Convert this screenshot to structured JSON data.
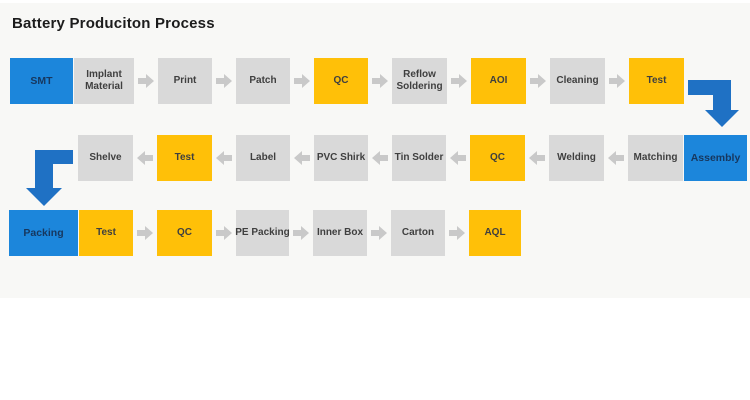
{
  "title": "Battery Produciton Process",
  "colors": {
    "box_blue": "#1c86db",
    "box_yellow": "#ffc008",
    "box_gray": "#d9d9d9",
    "arrow_gray": "#c9c9c9",
    "elbow_arrow_blue": "#1f71c4",
    "blue_box_text": "#17375e",
    "box_text": "#3f3f3f"
  },
  "rows": [
    {
      "name": "smt-line",
      "flow": "left-to-right",
      "steps": [
        {
          "label": "SMT",
          "type": "blue"
        },
        {
          "label": "Implant Material",
          "type": "gray"
        },
        {
          "label": "Print",
          "type": "gray"
        },
        {
          "label": "Patch",
          "type": "gray"
        },
        {
          "label": "QC",
          "type": "yellow"
        },
        {
          "label": "Reflow Soldering",
          "type": "gray"
        },
        {
          "label": "AOI",
          "type": "yellow"
        },
        {
          "label": "Cleaning",
          "type": "gray"
        },
        {
          "label": "Test",
          "type": "yellow"
        }
      ]
    },
    {
      "name": "assembly-line",
      "flow": "right-to-left",
      "steps": [
        {
          "label": "Shelve",
          "type": "gray"
        },
        {
          "label": "Test",
          "type": "yellow"
        },
        {
          "label": "Label",
          "type": "gray"
        },
        {
          "label": "PVC Shirk",
          "type": "gray"
        },
        {
          "label": "Tin Solder",
          "type": "gray"
        },
        {
          "label": "QC",
          "type": "yellow"
        },
        {
          "label": "Welding",
          "type": "gray"
        },
        {
          "label": "Matching",
          "type": "gray"
        },
        {
          "label": "Assembly",
          "type": "blue"
        }
      ]
    },
    {
      "name": "packing-line",
      "flow": "left-to-right",
      "steps": [
        {
          "label": "Packing",
          "type": "blue"
        },
        {
          "label": "Test",
          "type": "yellow"
        },
        {
          "label": "QC",
          "type": "yellow"
        },
        {
          "label": "PE Packing",
          "type": "gray"
        },
        {
          "label": "Inner Box",
          "type": "gray"
        },
        {
          "label": "Carton",
          "type": "gray"
        },
        {
          "label": "AQL",
          "type": "yellow"
        }
      ]
    }
  ]
}
